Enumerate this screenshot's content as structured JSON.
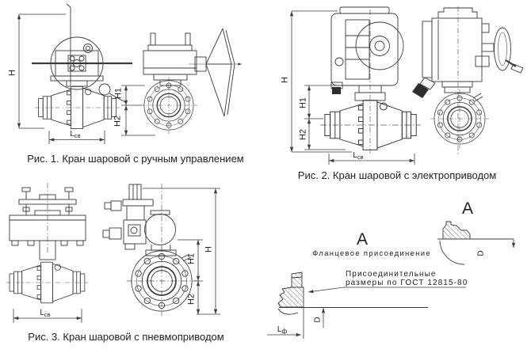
{
  "colors": {
    "line": "#3b3b3b",
    "text": "#222222",
    "background": "#ffffff",
    "gland_fill": "#2e2e2e"
  },
  "figures": {
    "fig1": {
      "caption": "Рис. 1. Кран шаровой с ручным управлением"
    },
    "fig2": {
      "caption": "Рис. 2. Кран шаровой с электроприводом"
    },
    "fig3": {
      "caption": "Рис. 3. Кран шаровой с пневмоприводом"
    }
  },
  "dim_labels": {
    "H": "H",
    "H1": "H1",
    "H2": "H2",
    "L": "L",
    "sv": "св",
    "f": "ф",
    "D": "D"
  },
  "detail": {
    "view_label": "А",
    "section_label": "А",
    "flange_title": "Фланцевое присоединение",
    "note_line1": "Присоединительные",
    "note_line2": "размеры по ГОСТ 12815-80"
  }
}
